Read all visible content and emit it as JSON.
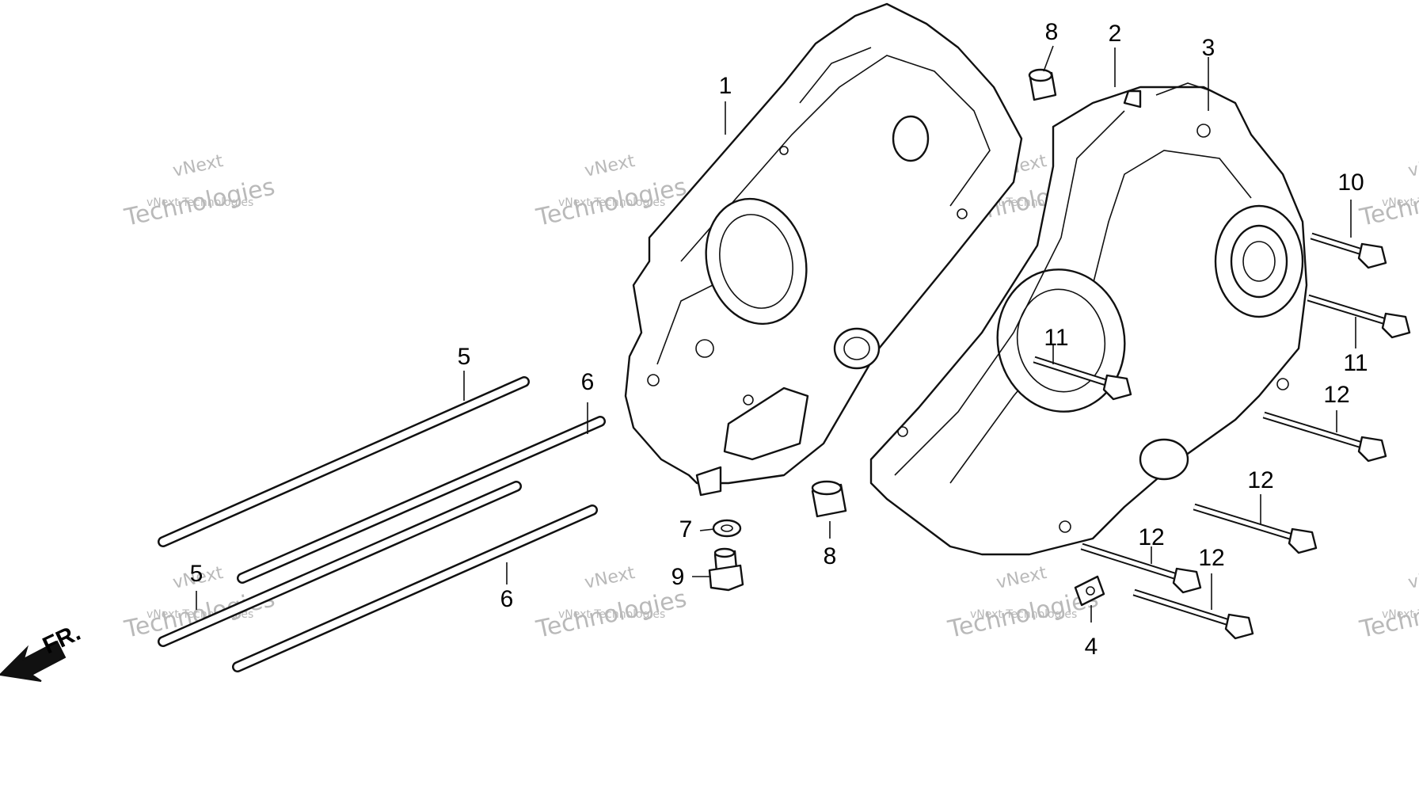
{
  "callouts": {
    "c1": "1",
    "c2": "2",
    "c3": "3",
    "c4": "4",
    "c5a": "5",
    "c5b": "5",
    "c6a": "6",
    "c6b": "6",
    "c7": "7",
    "c8a": "8",
    "c8b": "8",
    "c9": "9",
    "c10": "10",
    "c11a": "11",
    "c11b": "11",
    "c12a": "12",
    "c12b": "12",
    "c12c": "12",
    "c12d": "12"
  },
  "watermark": {
    "line1": "vNext",
    "line2": "vNext Technologies",
    "line3": "Technologies"
  },
  "front_arrow": {
    "label": "FR."
  }
}
